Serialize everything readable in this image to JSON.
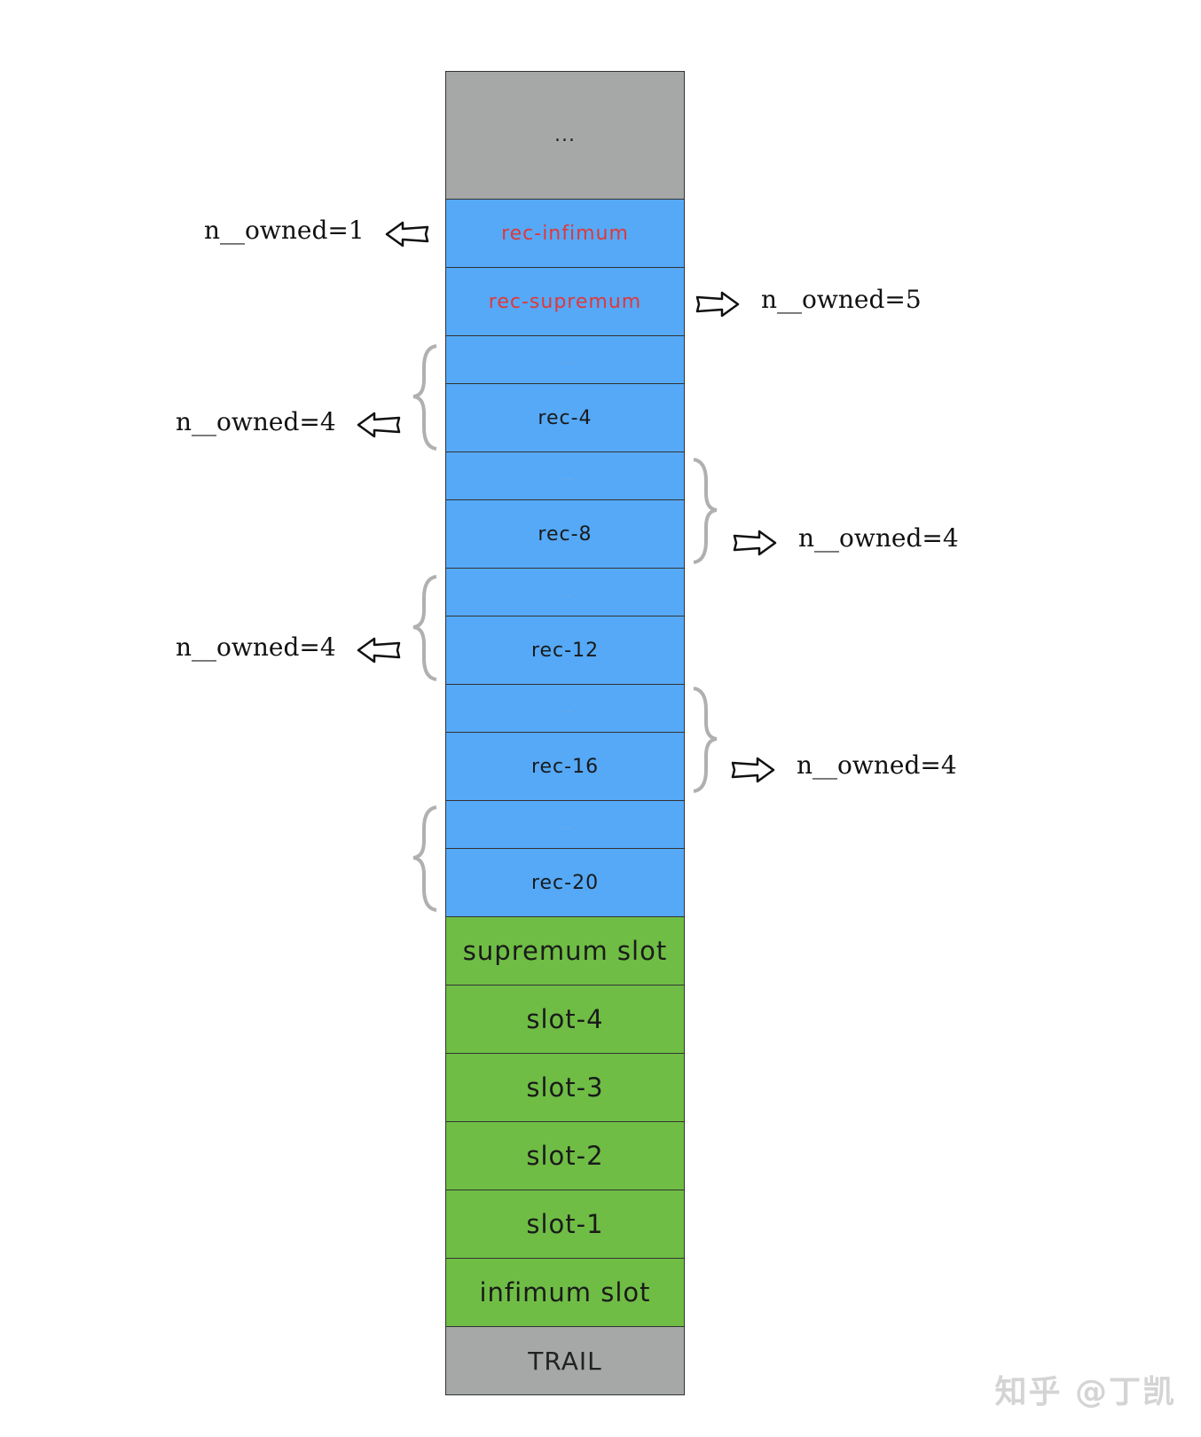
{
  "rows": {
    "top": "...",
    "infimum": "rec-infimum",
    "supremum": "rec-supremum",
    "dots": "...",
    "rec4": "rec-4",
    "rec8": "rec-8",
    "rec12": "rec-12",
    "rec16": "rec-16",
    "rec20": "rec-20",
    "supremum_slot": "supremum slot",
    "slot4": "slot-4",
    "slot3": "slot-3",
    "slot2": "slot-2",
    "slot1": "slot-1",
    "infimum_slot": "infimum slot",
    "trail": "TRAIL"
  },
  "annotations": {
    "owned_infimum": "n__owned=1",
    "owned_supremum": "n__owned=5",
    "owned_group1": "n__owned=4",
    "owned_group2": "n__owned=4",
    "owned_group3": "n__owned=4",
    "owned_group4": "n__owned=4"
  },
  "colors": {
    "header_gray": "#a5a8a7",
    "record_blue": "#55a9f7",
    "slot_green": "#6fbd45",
    "system_record_red": "#e0383a"
  },
  "watermark": "知乎 @丁凯"
}
